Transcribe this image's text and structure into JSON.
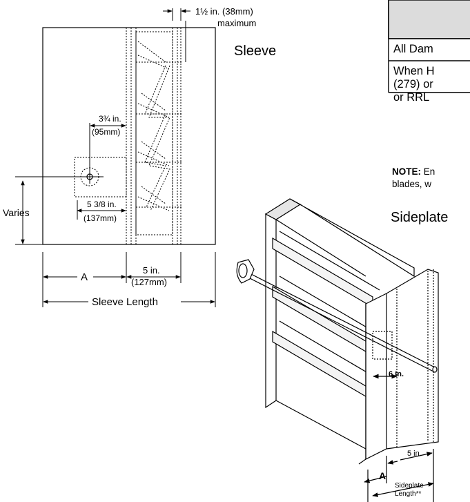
{
  "sleeve_diagram": {
    "title": "Sleeve",
    "dim_top": "1½ in. (38mm)",
    "dim_top_sub": "maximum",
    "dim_axle_offset": "3¾ in.",
    "dim_axle_offset_metric": "(95mm)",
    "dim_varies": "Varies",
    "dim_axle_depth": "5 3/8 in.",
    "dim_axle_depth_metric": "(137mm)",
    "dim_a": "A",
    "dim_5in": "5 in.",
    "dim_5in_metric": "(127mm)",
    "dim_sleeve_length": "Sleeve Length"
  },
  "table_fragment": {
    "row1": "All Dam",
    "row2_line1": "When H",
    "row2_line2": "(279) or",
    "row2_line3": "or RRL"
  },
  "note": {
    "label": "NOTE:",
    "line1": " En",
    "line2": "blades, w"
  },
  "sideplate_diagram": {
    "title": "Sideplate",
    "dim_6in": "6 in.",
    "dim_5in": "5 in.",
    "dim_a": "A",
    "dim_length_line1": "Sideplate",
    "dim_length_line2": "Length**"
  }
}
